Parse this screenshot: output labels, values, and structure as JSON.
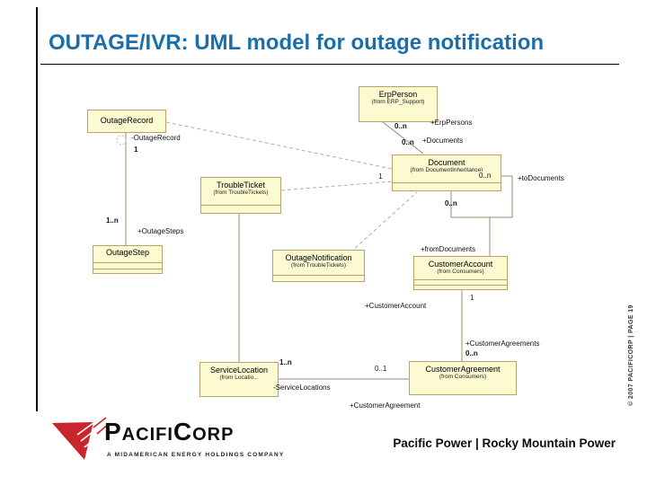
{
  "slide": {
    "title": "OUTAGE/IVR: UML model for outage notification",
    "sidebar_text": "© 2007 PACIFICORP  |  PAGE 19"
  },
  "footer": {
    "logo_name": "PacifiCorp",
    "logo_tagline": "A MIDAMERICAN ENERGY HOLDINGS COMPANY",
    "brand_text": "Pacific Power | Rocky Mountain Power"
  },
  "colors": {
    "title_blue": "#1B6EA8",
    "uml_box_fill": "#FCFAD0",
    "uml_box_border": "#B9A269",
    "connector_solid": "#9C8A72",
    "connector_dashed": "#ADADAD",
    "logo_red": "#C9252C"
  },
  "diagram": {
    "classes": {
      "erp_person": {
        "name": "ErpPerson",
        "from": "(from ERP_Support)"
      },
      "outage_record": {
        "name": "OutageRecord"
      },
      "document": {
        "name": "Document",
        "from": "(from DocumentInheritance)"
      },
      "trouble_ticket": {
        "name": "TroubleTicket",
        "from": "(from TroubleTickets)"
      },
      "outage_step": {
        "name": "OutageStep"
      },
      "outage_notification": {
        "name": "OutageNotification",
        "from": "(from TroubleTickets)"
      },
      "customer_account": {
        "name": "CustomerAccount",
        "from": "(from Consumers)"
      },
      "service_location": {
        "name": "ServiceLocation",
        "from": "(from Locatio..."
      },
      "customer_agreement": {
        "name": "CustomerAgreement",
        "from": "(from Consumers)"
      }
    },
    "labels": {
      "erp_persons_mult": "0..n",
      "erp_persons_role": "+ErpPersons",
      "documents_mult": "0..n",
      "documents_role": "+Documents",
      "outage_record_role": "-OutageRecord",
      "outage_record_mult": "1",
      "outage_steps_mult": "1..n",
      "outage_steps_role": "+OutageSteps",
      "to_documents_mult": "0..n",
      "to_documents_role": "+toDocuments",
      "document_one": "1",
      "from_documents_mult": "0..n",
      "from_documents_role": "+fromDocuments",
      "customer_account_mult": "1",
      "customer_account_role": "+CustomerAccount",
      "customer_agreements_role": "+CustomerAgreements",
      "customer_agreements_mult": "0..n",
      "agreement_opt_mult": "0..1",
      "service_locations_mult": "1..n",
      "service_locations_role": "-ServiceLocations",
      "customer_agreement_role": "+CustomerAgreement"
    }
  }
}
